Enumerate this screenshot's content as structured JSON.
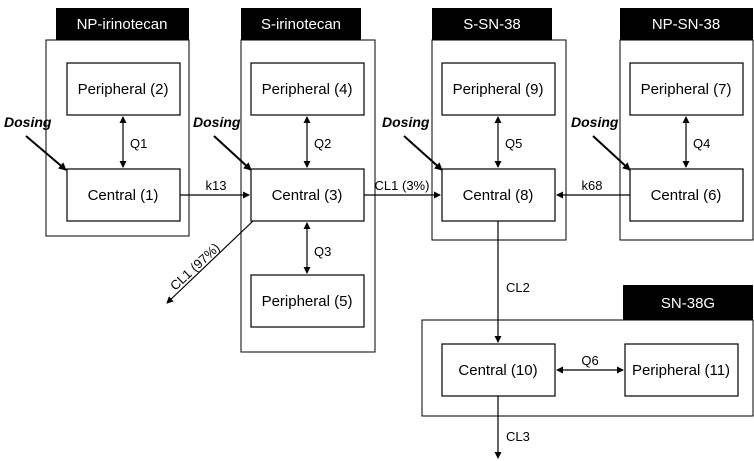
{
  "groups": {
    "np_irinotecan": {
      "title": "NP-irinotecan",
      "peripheral": "Peripheral (2)",
      "central": "Central (1)"
    },
    "s_irinotecan": {
      "title": "S-irinotecan",
      "peripheral_top": "Peripheral (4)",
      "central": "Central (3)",
      "peripheral_bottom": "Peripheral (5)"
    },
    "s_sn38": {
      "title": "S-SN-38",
      "peripheral": "Peripheral (9)",
      "central": "Central (8)"
    },
    "np_sn38": {
      "title": "NP-SN-38",
      "peripheral": "Peripheral (7)",
      "central": "Central (6)"
    },
    "sn38g": {
      "title": "SN-38G",
      "central": "Central (10)",
      "peripheral": "Peripheral (11)"
    }
  },
  "dosing": {
    "label": "Dosing"
  },
  "edges": {
    "q1": "Q1",
    "q2": "Q2",
    "q3": "Q3",
    "q4": "Q4",
    "q5": "Q5",
    "q6": "Q6",
    "k13": "k13",
    "k68": "k68",
    "cl1_3": "CL1 (3%)",
    "cl1_97": "CL1 (97%)",
    "cl2": "CL2",
    "cl3": "CL3"
  }
}
